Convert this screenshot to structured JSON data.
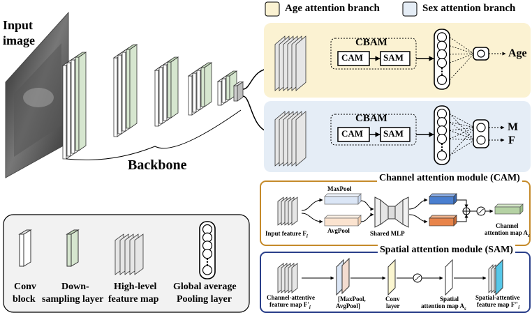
{
  "input_label_1": "Input",
  "input_label_2": "image",
  "backbone_label": "Backbone",
  "legend_top": {
    "age_branch": "Age attention branch",
    "sex_branch": "Sex attention branch",
    "age_color": "#fbf2d2",
    "sex_color": "#e5edf6"
  },
  "age_branch": {
    "cbam": "CBAM",
    "cam": "CAM",
    "sam": "SAM",
    "output": "Age"
  },
  "sex_branch": {
    "cbam": "CBAM",
    "cam": "CAM",
    "sam": "SAM",
    "output_m": "M",
    "output_f": "F"
  },
  "cam_module": {
    "title": "Channel attention module (CAM)",
    "input": "Input feature F",
    "input_sub": "i",
    "maxpool": "MaxPool",
    "avgpool": "AvgPool",
    "mlp": "Shared MLP",
    "output_1": "Channel",
    "output_2": "attention map A",
    "output_sub": "c",
    "border": "#c58a2a",
    "maxpool_color": "#dbe6f6",
    "avgpool_color": "#fbe3cf",
    "upper_color": "#4a7fd0",
    "lower_color": "#e8844a",
    "output_color": "#b5d2a4"
  },
  "sam_module": {
    "title": "Spatial attention module (SAM)",
    "input_1": "Channel-attentive",
    "input_2": "feature map F′",
    "input_sub": "i",
    "pool_1": "[MaxPool,",
    "pool_2": "AvgPool]",
    "conv_1": "Conv",
    "conv_2": "layer",
    "spatial_1": "Spatial",
    "spatial_2": "attention map A",
    "spatial_sub": "s",
    "out_1": "Spatial-attentive",
    "out_2": "feature map F″",
    "out_sub": "i",
    "border": "#2a3f8a",
    "conv_color": "#fbf6d0",
    "out_color": "#56c7e8"
  },
  "legend": {
    "conv_1": "Conv",
    "conv_2": "block",
    "down_1": "Down-",
    "down_2": "sampling layer",
    "high_1": "High-level",
    "high_2": "feature map",
    "gap_1": "Global average",
    "gap_2": "Pooling layer",
    "green_color": "#d6e6cf"
  }
}
